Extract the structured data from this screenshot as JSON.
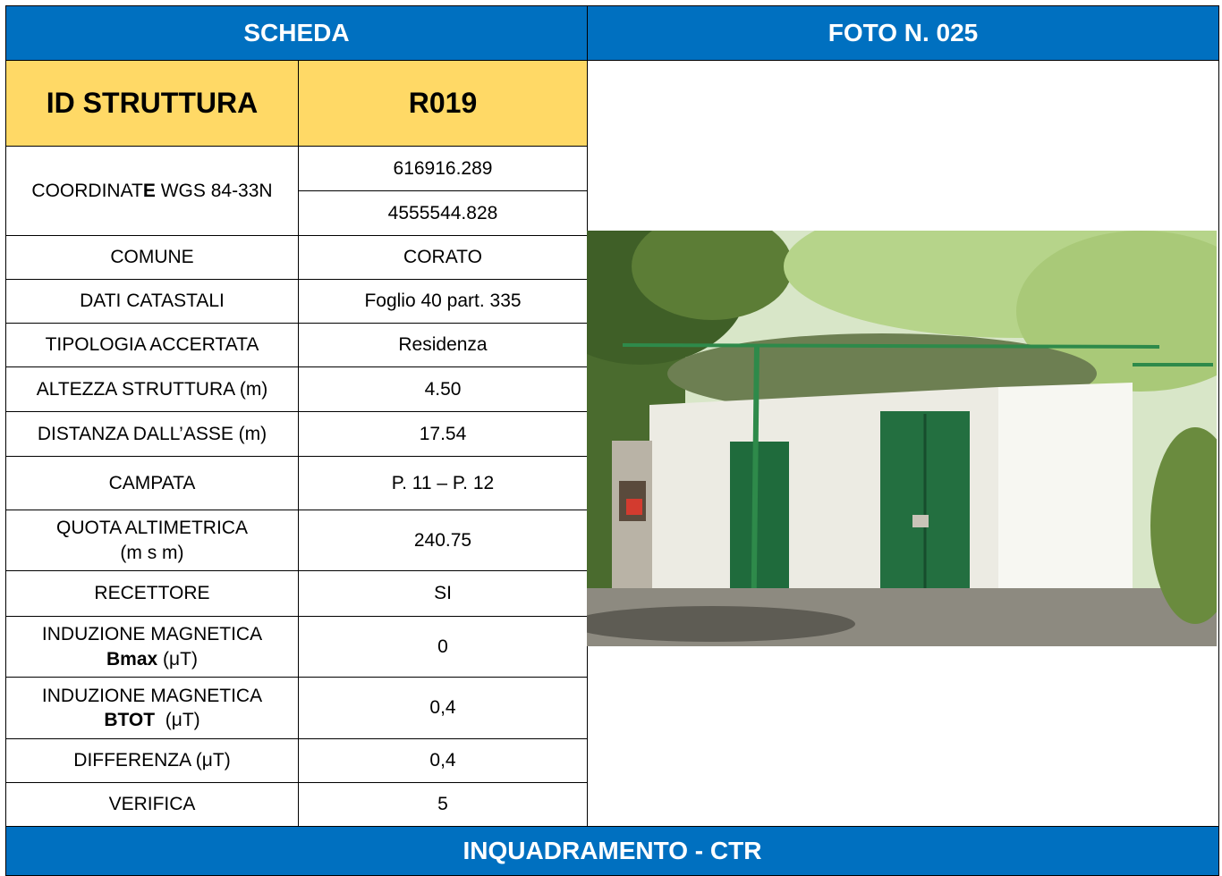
{
  "header": {
    "left": "SCHEDA",
    "right": "FOTO N. 025"
  },
  "id_row": {
    "label": "ID STRUTTURA",
    "value": "R019"
  },
  "coords": {
    "label_pre": "COORDINAT",
    "label_bold": "E",
    "label_post": " WGS 84-33N",
    "east": "616916.289",
    "north": "4555544.828"
  },
  "rows": [
    {
      "label": "COMUNE",
      "value": "CORATO"
    },
    {
      "label": "DATI CATASTALI",
      "value": "Foglio 40 part. 335"
    },
    {
      "label": "TIPOLOGIA ACCERTATA",
      "value": "Residenza"
    },
    {
      "label": "ALTEZZA STRUTTURA (m)",
      "value": "4.50"
    },
    {
      "label": "DISTANZA DALL’ASSE (m)",
      "value": "17.54"
    },
    {
      "label": "CAMPATA",
      "value": "P. 11 – P. 12"
    }
  ],
  "quota": {
    "label_line1": "QUOTA ALTIMETRICA",
    "label_line2": "(m s m)",
    "value": "240.75"
  },
  "recettore": {
    "label": "RECETTORE",
    "value": "SI"
  },
  "bmax": {
    "label_line1": "INDUZIONE MAGNETICA",
    "label_bold": "Bmax",
    "label_unit": " (μT)",
    "value": "0"
  },
  "btot": {
    "label_line1": "INDUZIONE MAGNETICA",
    "label_bold": "BTOT",
    "label_unit": "  (μT)",
    "value": "0,4"
  },
  "differenza": {
    "label": "DIFFERENZA (μT)",
    "value": "0,4"
  },
  "verifica": {
    "label": "VERIFICA",
    "value": "5"
  },
  "footer": {
    "title": "INQUADRAMENTO - CTR"
  },
  "photo": {
    "icon": "photo-icon"
  }
}
